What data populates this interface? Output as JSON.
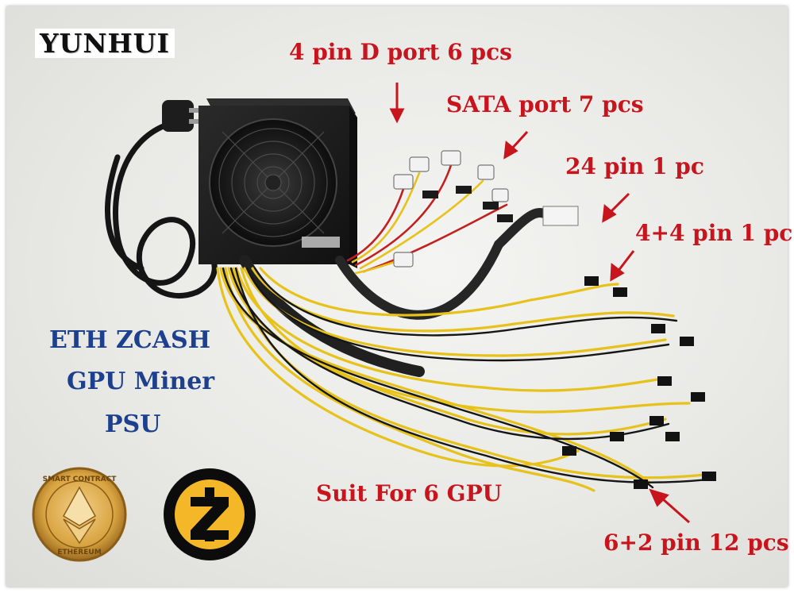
{
  "brand": "YUNHUI",
  "callouts": {
    "d_port": "4 pin D port 6 pcs",
    "sata": "SATA port 7 pcs",
    "pin24": "24 pin 1 pc",
    "pin44": "4+4 pin 1 pc",
    "pin62": "6+2 pin 12 pcs",
    "suit": "Suit For 6 GPU"
  },
  "product_lines": [
    "ETH  ZCASH",
    "GPU Miner",
    "PSU"
  ],
  "ethereum_badge": {
    "top_text": "SMART CONTRACT",
    "bottom_text": "ETHEREUM"
  },
  "colors": {
    "callout_red": "#c8141c",
    "product_blue": "#1c3f8e",
    "cable_yellow": "#e6c21a",
    "cable_red": "#c22020",
    "psu_black": "#1a1a1a",
    "zcash_gold": "#f4b728",
    "eth_gold": "#d9a441"
  },
  "icons": [
    "ethereum-logo-icon",
    "zcash-logo-icon",
    "arrow-icon"
  ]
}
